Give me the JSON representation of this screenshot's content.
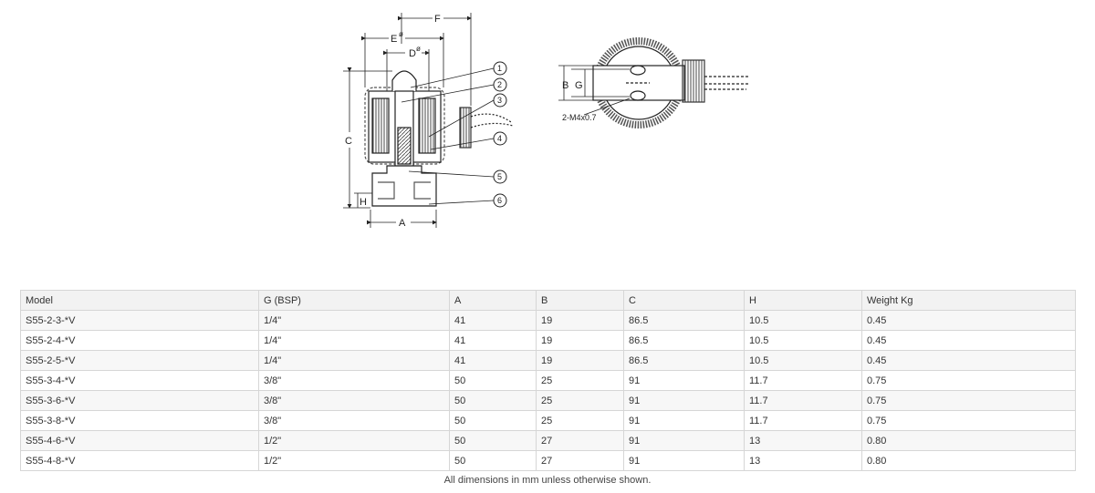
{
  "drawing": {
    "dim_labels": {
      "F": "F",
      "E": "E",
      "E_sup": "ø",
      "D": "D",
      "D_sup": "ø",
      "C": "C",
      "H": "H",
      "A": "A",
      "B": "B",
      "G": "G"
    },
    "callouts": [
      "1",
      "2",
      "3",
      "4",
      "5",
      "6"
    ],
    "thread_note": "2-M4x0.7"
  },
  "table": {
    "headers": [
      "Model",
      "G (BSP)",
      "A",
      "B",
      "C",
      "H",
      "Weight Kg"
    ],
    "rows": [
      [
        "S55-2-3-*V",
        "1/4\"",
        "41",
        "19",
        "86.5",
        "10.5",
        "0.45"
      ],
      [
        "S55-2-4-*V",
        "1/4\"",
        "41",
        "19",
        "86.5",
        "10.5",
        "0.45"
      ],
      [
        "S55-2-5-*V",
        "1/4\"",
        "41",
        "19",
        "86.5",
        "10.5",
        "0.45"
      ],
      [
        "S55-3-4-*V",
        "3/8\"",
        "50",
        "25",
        "91",
        "11.7",
        "0.75"
      ],
      [
        "S55-3-6-*V",
        "3/8\"",
        "50",
        "25",
        "91",
        "11.7",
        "0.75"
      ],
      [
        "S55-3-8-*V",
        "3/8\"",
        "50",
        "25",
        "91",
        "11.7",
        "0.75"
      ],
      [
        "S55-4-6-*V",
        "1/2\"",
        "50",
        "27",
        "91",
        "13",
        "0.80"
      ],
      [
        "S55-4-8-*V",
        "1/2\"",
        "50",
        "27",
        "91",
        "13",
        "0.80"
      ]
    ]
  },
  "footnote": "All dimensions in mm unless otherwise shown."
}
